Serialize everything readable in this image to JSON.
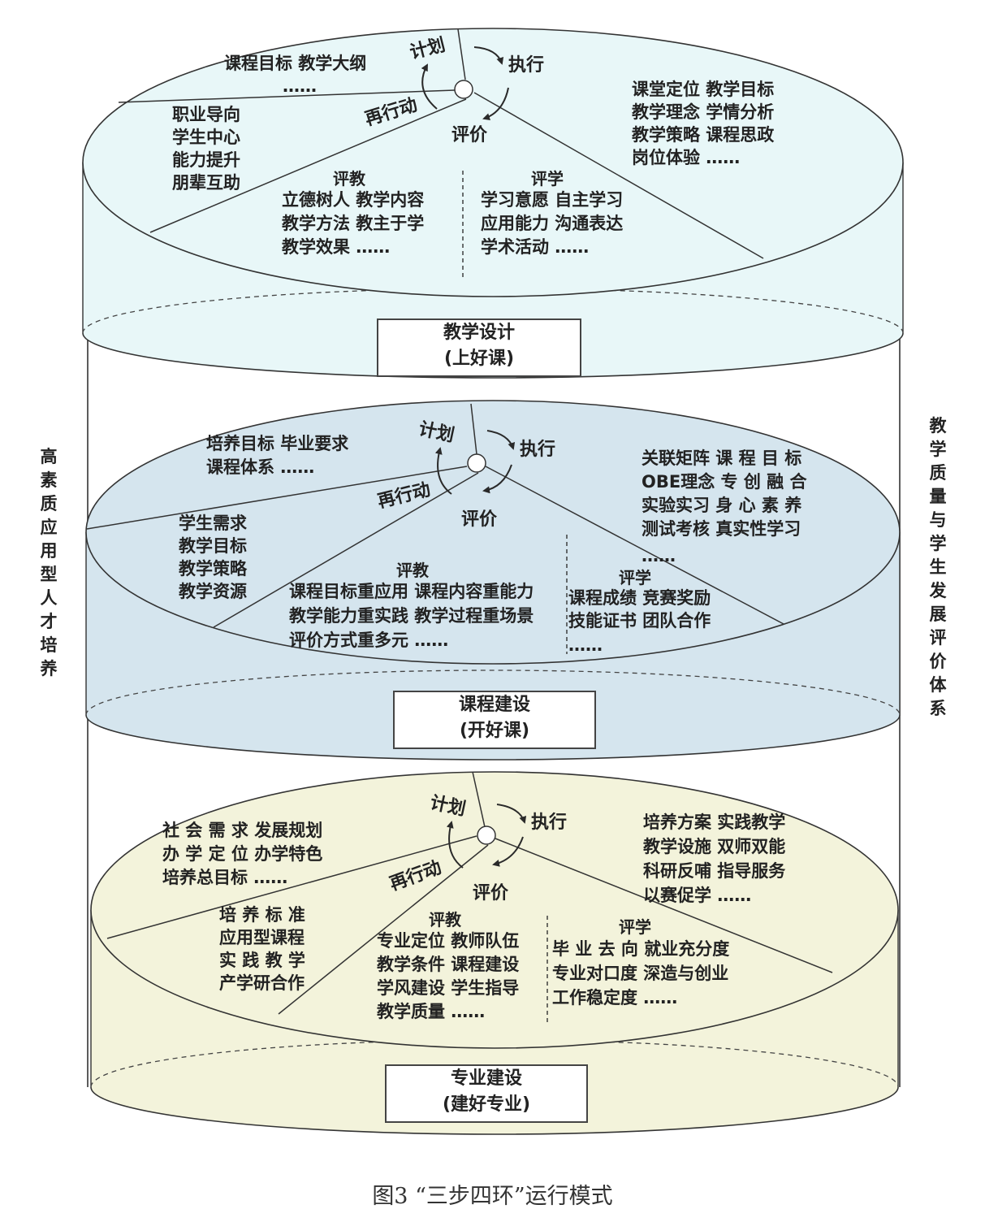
{
  "caption": "图3 “三步四环”运行模式",
  "left_vertical_label": "高素质应用型人才培养",
  "right_vertical_label": "教学质量与学生发展评价体系",
  "colors": {
    "top_layer": "#e8f7f8",
    "middle_layer": "#d5e5ee",
    "bottom_layer": "#f3f3db",
    "outline": "#3a3a3a"
  },
  "cycle_labels": {
    "plan": "计划",
    "execute": "执行",
    "evaluate": "评价",
    "react": "再行动"
  },
  "layers": [
    {
      "id": "top",
      "box_line1": "教学设计",
      "box_line2": "(上好课)",
      "upper_left": [
        "课程目标  教学大纲",
        "……"
      ],
      "left": [
        "职业导向",
        "学生中心",
        "能力提升",
        "朋辈互助"
      ],
      "right": [
        "课堂定位  教学目标",
        "教学理念  学情分析",
        "教学策略  课程思政",
        "岗位体验      ……"
      ],
      "eval_teach_title": "评教",
      "eval_teach": [
        "立德树人  教学内容",
        "教学方法  教主于学",
        "教学效果      ……"
      ],
      "eval_learn_title": "评学",
      "eval_learn": [
        "学习意愿  自主学习",
        "应用能力  沟通表达",
        "学术活动      ……"
      ]
    },
    {
      "id": "middle",
      "box_line1": "课程建设",
      "box_line2": "(开好课)",
      "upper_left": [
        "培养目标  毕业要求",
        "课程体系      ……"
      ],
      "left": [
        "学生需求",
        "教学目标",
        "教学策略",
        "教学资源"
      ],
      "right": [
        "关联矩阵  课 程 目 标",
        "OBE理念  专 创 融 合",
        "实验实习  身 心 素 养",
        "测试考核  真实性学习",
        "        ……"
      ],
      "eval_teach_title": "评教",
      "eval_teach": [
        "课程目标重应用 课程内容重能力",
        "教学能力重实践 教学过程重场景",
        "评价方式重多元        ……"
      ],
      "eval_learn_title": "评学",
      "eval_learn": [
        "课程成绩  竞赛奖励",
        "技能证书  团队合作",
        "      ……"
      ]
    },
    {
      "id": "bottom",
      "box_line1": "专业建设",
      "box_line2": "(建好专业)",
      "upper_left": [
        "社 会 需 求  发展规划",
        "办 学 定 位  办学特色",
        "培养总目标    ……"
      ],
      "left": [
        "培 养 标 准",
        "应用型课程",
        "实 践 教 学",
        "产学研合作"
      ],
      "right": [
        "培养方案  实践教学",
        "教学设施  双师双能",
        "科研反哺  指导服务",
        "以赛促学  ……"
      ],
      "eval_teach_title": "评教",
      "eval_teach": [
        "专业定位  教师队伍",
        "教学条件  课程建设",
        "学风建设  学生指导",
        "教学质量      ……"
      ],
      "eval_learn_title": "评学",
      "eval_learn": [
        "毕 业 去 向  就业充分度",
        "专业对口度  深造与创业",
        "工作稳定度        ……"
      ]
    }
  ]
}
